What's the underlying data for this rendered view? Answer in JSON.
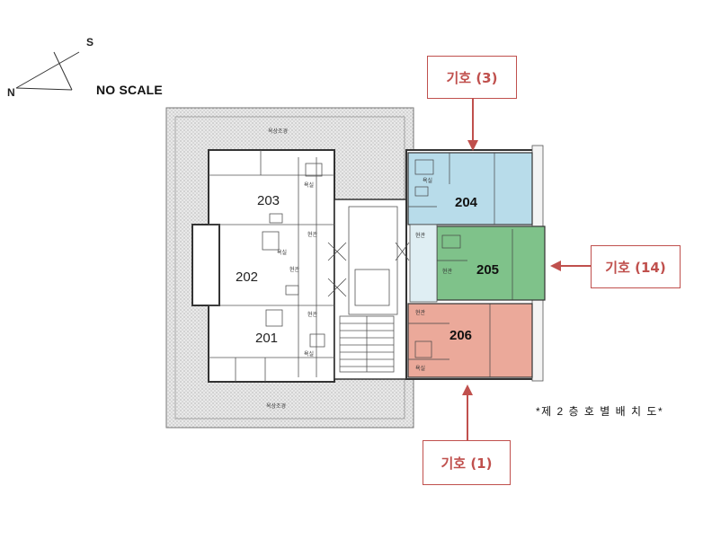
{
  "header": {
    "compass_north": "N",
    "compass_south": "S",
    "scale_note": "NO SCALE"
  },
  "callouts": [
    {
      "id": "callout-3",
      "label": "기호 (3)"
    },
    {
      "id": "callout-14",
      "label": "기호 (14)"
    },
    {
      "id": "callout-1",
      "label": "기호 (1)"
    }
  ],
  "units": [
    {
      "id": "unit-203",
      "label": "203"
    },
    {
      "id": "unit-202",
      "label": "202"
    },
    {
      "id": "unit-201",
      "label": "201"
    },
    {
      "id": "unit-204",
      "label": "204"
    },
    {
      "id": "unit-205",
      "label": "205"
    },
    {
      "id": "unit-206",
      "label": "206"
    }
  ],
  "rooms": {
    "bath": "욕실",
    "door": "현관",
    "roof_garden": "옥상조경"
  },
  "caption": "*제 2 층 호 별 배 치 도*",
  "colors": {
    "callout_red": "#c0504d",
    "unit_204_fill": "#b8dcea",
    "unit_205_fill": "#7fc28a",
    "unit_206_fill": "#eba99a",
    "hatch": "#d0d0d0"
  }
}
